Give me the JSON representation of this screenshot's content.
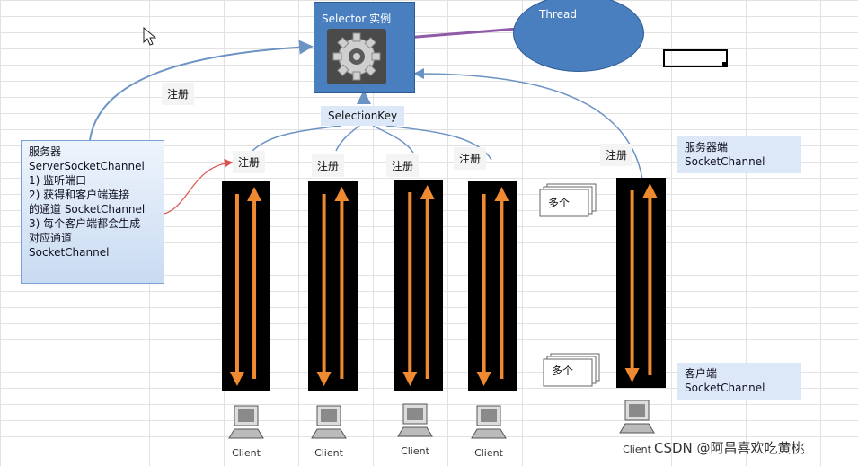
{
  "selector": {
    "title": "Selector 实例"
  },
  "thread": {
    "label": "Thread"
  },
  "selection_key": {
    "label": "SelectionKey"
  },
  "register_labels": [
    "注册",
    "注册",
    "注册",
    "注册",
    "注册",
    "注册"
  ],
  "server_note": {
    "lines": [
      "服务器",
      "ServerSocketChannel",
      "1) 监听端口",
      "2) 获得和客户端连接",
      "的通道 SocketChannel",
      "3) 每个客户端都会生成",
      "对应通道",
      "SocketChannel"
    ]
  },
  "server_side": {
    "line1": "服务器端",
    "line2": "SocketChannel"
  },
  "client_side": {
    "line1": "客户端",
    "line2": "SocketChannel"
  },
  "many_labels": [
    "多个",
    "多个"
  ],
  "clients": [
    "Client",
    "Client",
    "Client",
    "Client",
    "Client"
  ],
  "watermark": "CSDN @阿昌喜欢吃黄桃",
  "colors": {
    "selector_fill": "#4a7fbf",
    "thread_fill": "#4a7fbf",
    "arrow": "#f08a30",
    "link_line": "#8f5aa8",
    "connector": "#6b93c4",
    "red_curve": "#d9534f"
  }
}
